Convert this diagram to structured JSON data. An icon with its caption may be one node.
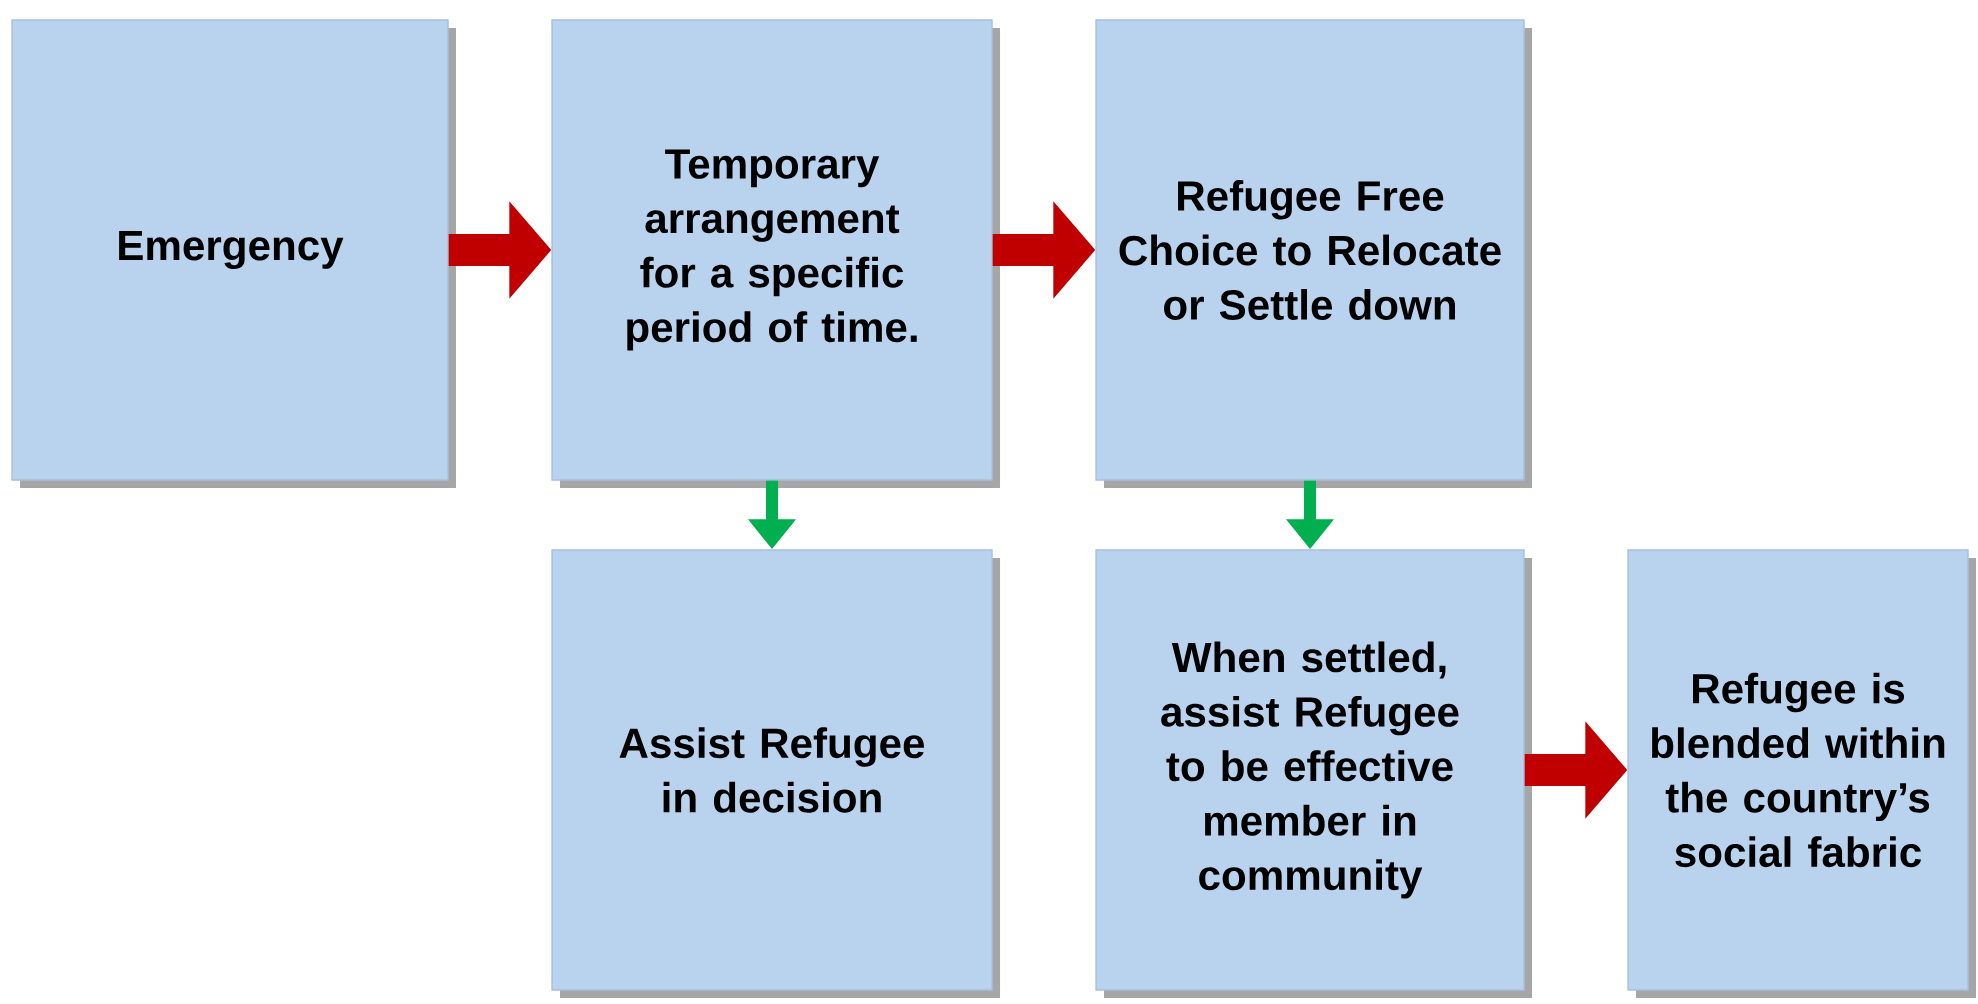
{
  "diagram": {
    "nodes": [
      {
        "text": [
          "Emergency"
        ]
      },
      {
        "text": [
          "Temporary arrangement for a specific period of time."
        ]
      },
      {
        "text": [
          "Refugee Free Choice to Relocate or Settle down"
        ]
      },
      {
        "text": [
          "Assist Refugee in decision"
        ]
      },
      {
        "text": [
          "When settled, assist Refugee to be effective member in community"
        ]
      },
      {
        "text": [
          "Refugee is blended within the country’s social fabric"
        ]
      }
    ],
    "edges": [
      {
        "from": 0,
        "to": 1,
        "arrow": "to"
      },
      {
        "from": 1,
        "to": 2,
        "arrow": "to"
      },
      {
        "from": 1,
        "to": 3,
        "arrow": "to",
        "color": "#00b050"
      },
      {
        "from": 2,
        "to": 4,
        "arrow": "to",
        "color": "#00b050"
      },
      {
        "from": 4,
        "to": 5,
        "arrow": "to"
      }
    ]
  }
}
